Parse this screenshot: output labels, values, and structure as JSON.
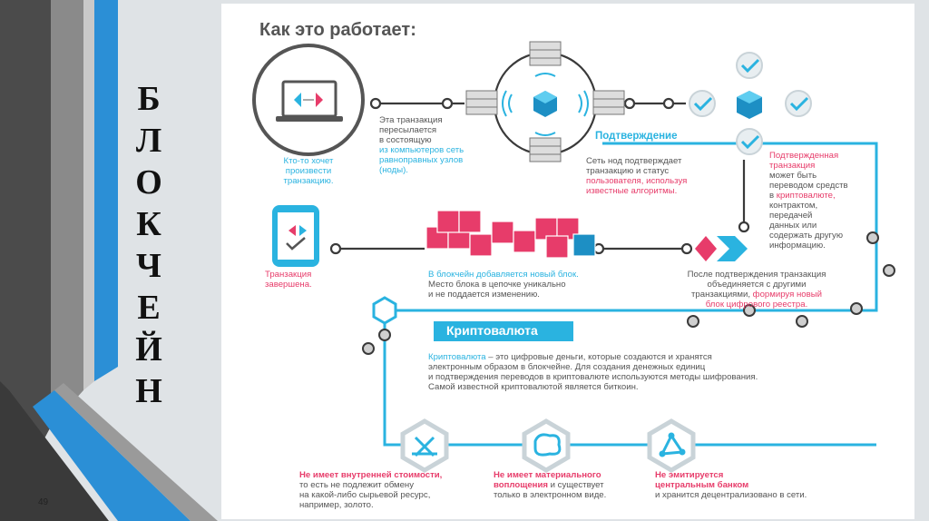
{
  "vertical_title": [
    "Б",
    "Л",
    "О",
    "К",
    "Ч",
    "Е",
    "Й",
    "Н"
  ],
  "slide_number": "49",
  "heading": "Как это работает:",
  "step1": {
    "line1": "Кто-то хочет",
    "line2": "произвести",
    "line3": "транзакцию."
  },
  "step2": {
    "line1": "Эта транзакция",
    "line2": "пересылается",
    "line3": "в состоящую",
    "line4": "из компьютеров сеть",
    "line5": "равноправных узлов",
    "line6": "(ноды)."
  },
  "confirm_label": "Подтверждение",
  "step3": {
    "line1": "Сеть нод подтверждает",
    "line2": "транзакцию и статус",
    "line3": "пользователя, используя",
    "line4": "известные алгоритмы."
  },
  "step4": {
    "line1": "Подтвержденная",
    "line2": "транзакция",
    "line3": "может быть",
    "line4": "переводом средств",
    "line5a": "в ",
    "line5b": "криптовалюте,",
    "line6": "контрактом,",
    "line7": "передачей",
    "line8": "данных или",
    "line9": "содержать другую",
    "line10": "информацию."
  },
  "step5": {
    "line1": "После подтверждения транзакция",
    "line2": "объединяется с другими",
    "line3a": "транзакциями, ",
    "line3b": "формируя новый",
    "line4": "блок цифрового реестра."
  },
  "step6": {
    "line1": "В блокчейн добавляется новый блок.",
    "line2": "Место блока в цепочке уникально",
    "line3": "и не поддается изменению."
  },
  "step7": {
    "line1": "Транзакция",
    "line2": "завершена."
  },
  "crypto_label": "Криптовалюта",
  "crypto_desc": {
    "term": "Криптовалюта",
    "line1": " – это цифровые деньги, которые создаются и хранятся",
    "line2": "электронным образом в блокчейне. Для создания денежных единиц",
    "line3": "и подтверждения переводов в криптовалюте используются методы шифрования.",
    "line4": "Самой известной криптовалютой является биткоин."
  },
  "prop1": {
    "title": "Не имеет внутренней стоимости,",
    "line1": "то есть не подлежит обмену",
    "line2": "на какой-либо сырьевой ресурс,",
    "line3": "например, золото."
  },
  "prop2": {
    "title1": "Не имеет материального",
    "title2": "воплощения",
    "rest": " и существует",
    "line2": "только в электронном виде."
  },
  "prop3": {
    "title1": "Не эмитируется",
    "title2": "центральным банком",
    "line2": "и хранится децентрализовано в сети."
  },
  "colors": {
    "accent_blue": "#2ab3e0",
    "accent_pink": "#e73c6a",
    "text_gray": "#555555",
    "dark_gray": "#3a3a3a"
  }
}
